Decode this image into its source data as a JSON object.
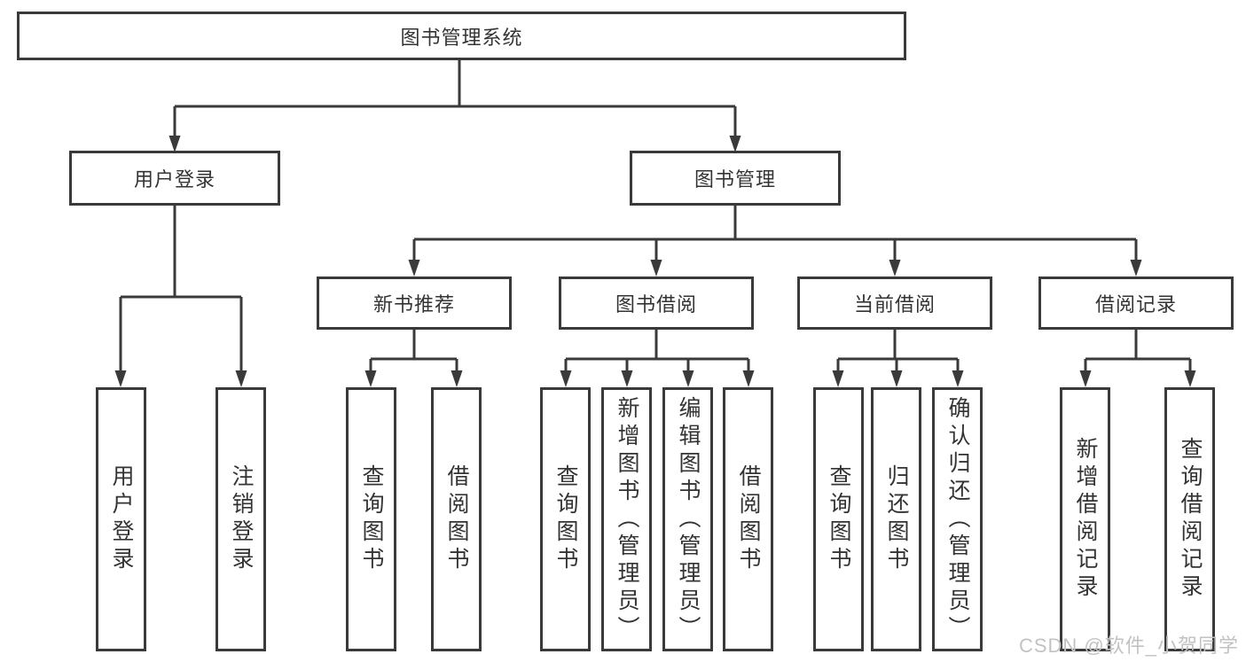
{
  "tree": {
    "label": "图书管理系统",
    "children": [
      {
        "label": "用户登录",
        "children": [
          {
            "label": "用户登录"
          },
          {
            "label": "注销登录"
          }
        ]
      },
      {
        "label": "图书管理",
        "children": [
          {
            "label": "新书推荐",
            "children": [
              {
                "label": "查询图书"
              },
              {
                "label": "借阅图书"
              }
            ]
          },
          {
            "label": "图书借阅",
            "children": [
              {
                "label": "查询图书"
              },
              {
                "label": "新增图书（管理员）"
              },
              {
                "label": "编辑图书（管理员）"
              },
              {
                "label": "借阅图书"
              }
            ]
          },
          {
            "label": "当前借阅",
            "children": [
              {
                "label": "查询图书"
              },
              {
                "label": "归还图书"
              },
              {
                "label": "确认归还（管理员）"
              }
            ]
          },
          {
            "label": "借阅记录",
            "children": [
              {
                "label": "新增借阅记录"
              },
              {
                "label": "查询借阅记录"
              }
            ]
          }
        ]
      }
    ]
  },
  "watermark": "CSDN @软件_小贺同学",
  "colors": {
    "line": "#3a3a3a",
    "box_border": "#3a3a3a",
    "box_fill": "#ffffff",
    "text": "#333333",
    "watermark": "#c2c2c2"
  }
}
